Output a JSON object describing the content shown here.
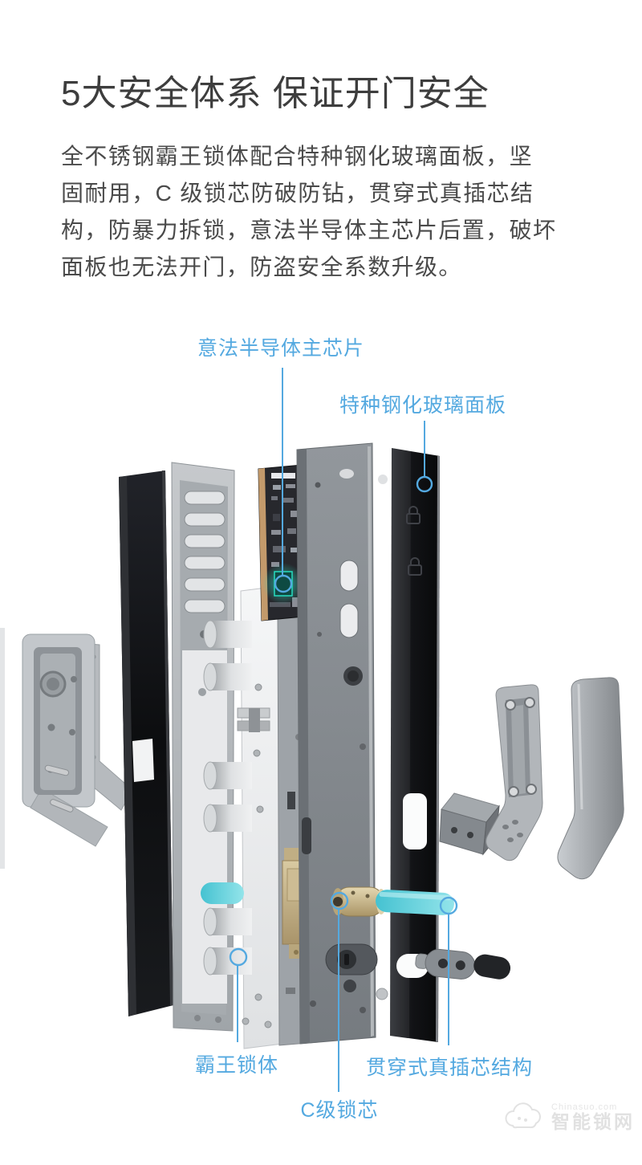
{
  "header": {
    "title": "5大安全体系 保证开门安全",
    "description_lines": [
      "全不锈钢霸王锁体配合特种钢化玻璃面板，坚",
      "固耐用，C 级锁芯防破防钻，贯穿式真插芯结",
      "构，防暴力拆锁，意法半导体主芯片后置，破坏",
      "面板也无法开门，防盗安全系数升级。"
    ]
  },
  "diagram": {
    "callouts": [
      {
        "label": "意法半导体主芯片"
      },
      {
        "label": "特种钢化玻璃面板"
      },
      {
        "label": "霸王锁体"
      },
      {
        "label": "C级锁芯"
      },
      {
        "label": "贯穿式真插芯结构"
      }
    ],
    "colors": {
      "accent": "#54a9e0",
      "chip_glow": "#22d4b2",
      "rod_cyan": "#62cfd8",
      "cylinder_gold": "#c9b88e",
      "panel_black": "#0c0d0f"
    }
  },
  "watermark": {
    "site": "Chinasuo.com",
    "name": "智能锁网"
  }
}
